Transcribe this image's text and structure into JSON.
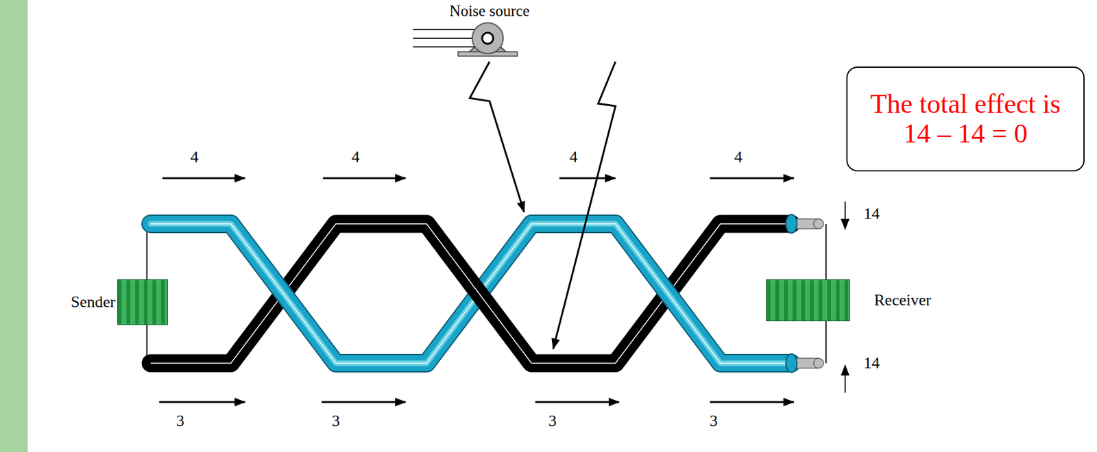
{
  "diagram": {
    "nodes": [
      {
        "text": [
          "Noise source"
        ]
      },
      {
        "text": [
          "The total effect is 14 – 14 = 0"
        ]
      },
      {
        "text": [
          "Sender"
        ]
      },
      {
        "text": [
          "Receiver"
        ]
      }
    ],
    "labels": [
      "4",
      "4",
      "4",
      "4",
      "14",
      "14",
      "3",
      "3",
      "3",
      "3"
    ]
  }
}
